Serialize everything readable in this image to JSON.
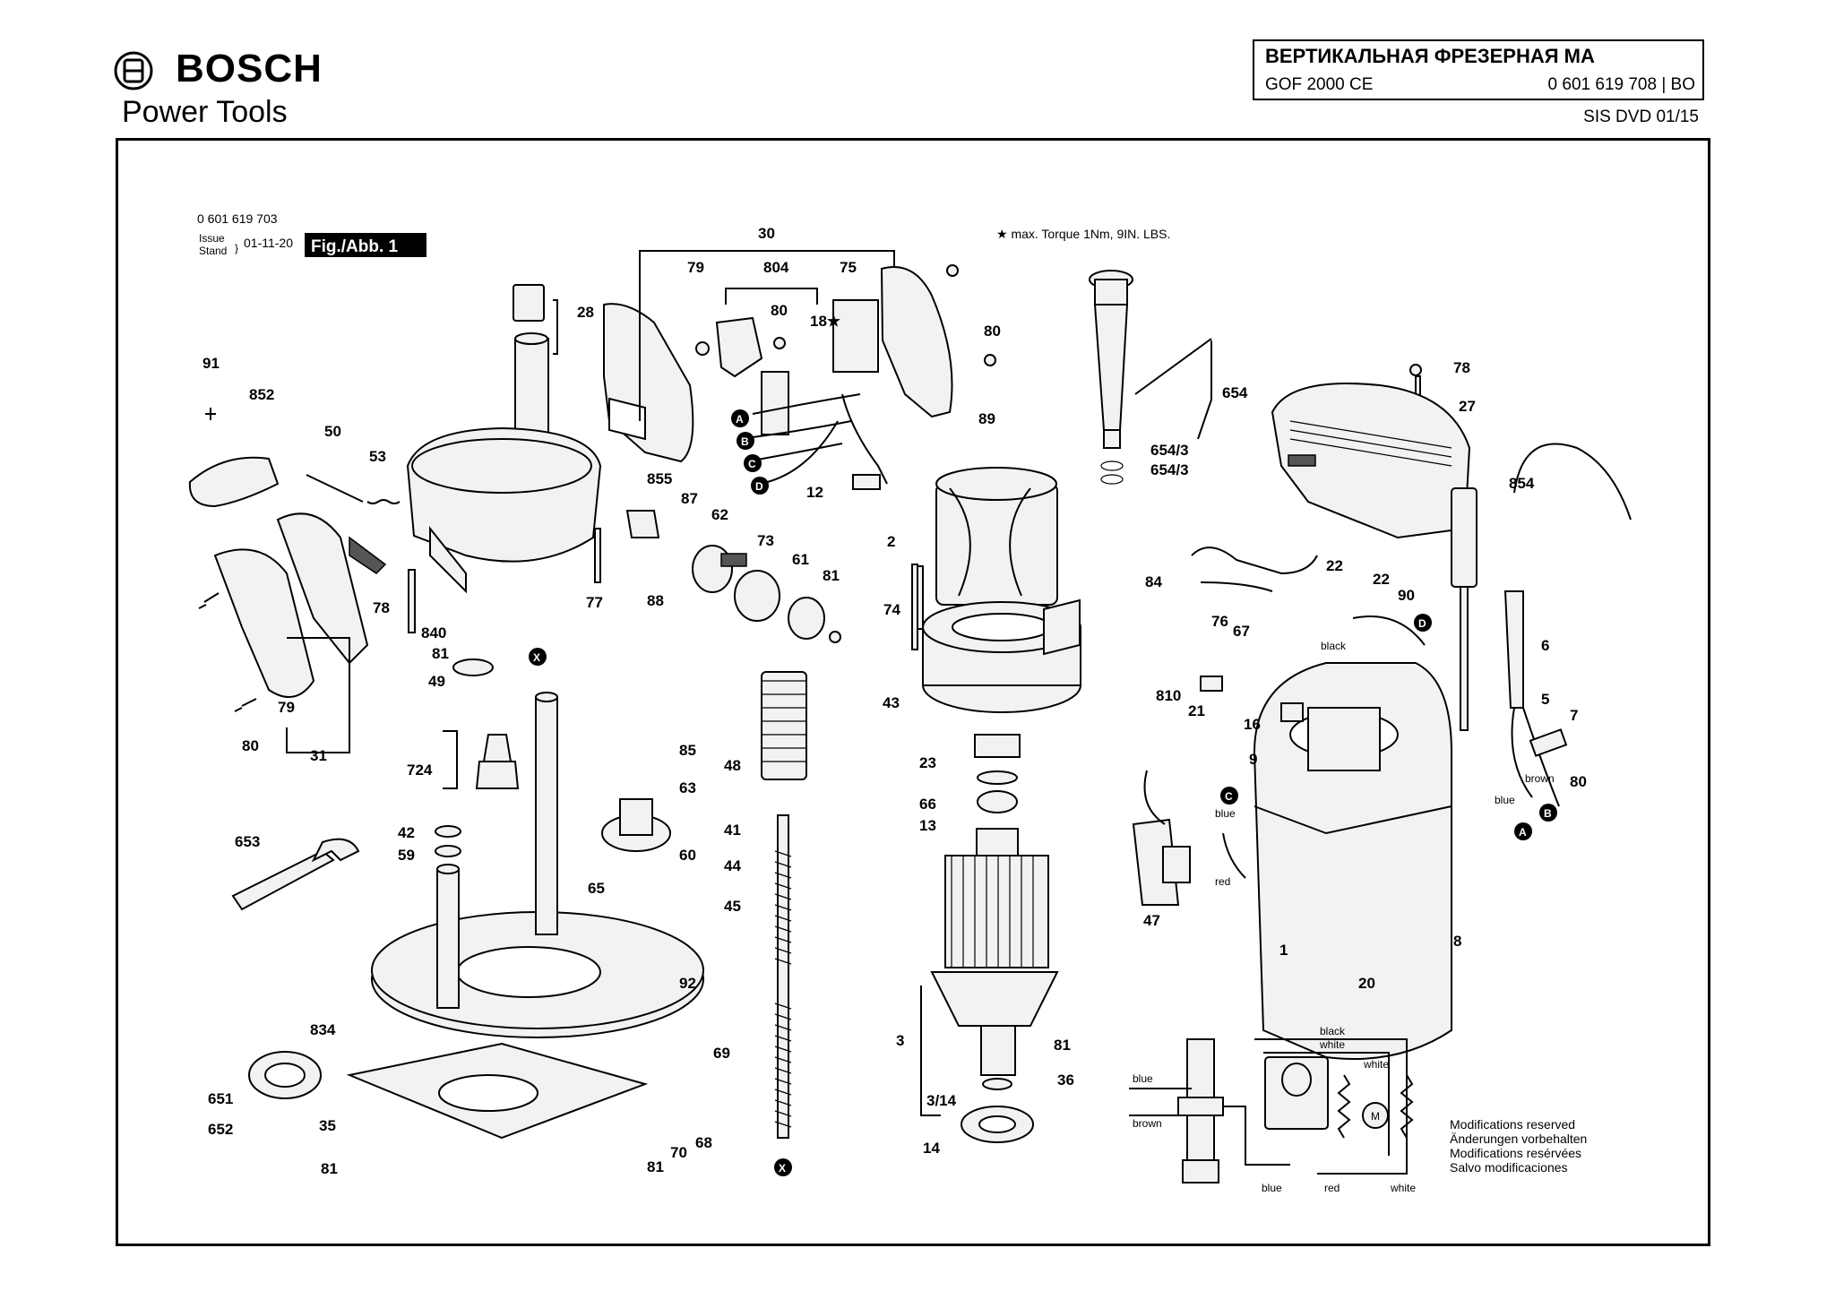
{
  "header": {
    "brand": "BOSCH",
    "subtitle": "Power Tools",
    "doc_title": "ВЕРТИКАЛЬНАЯ ФРЕЗЕРНАЯ МА",
    "model": "GOF 2000 CE",
    "part_number": "0 601 619 708 | BO",
    "sis": "SIS DVD 01/15"
  },
  "figure": {
    "code": "0 601 619 703",
    "issue_label": "Issue",
    "stand_label": "Stand",
    "issue_date": "01-11-20",
    "fig_label": "Fig./Abb. 1",
    "torque_note": "★ max. Torque 1Nm,  9IN. LBS."
  },
  "wiring": {
    "black": "black",
    "white": "white",
    "blue": "blue",
    "red": "red",
    "brown": "brown",
    "motor": "M"
  },
  "modifications": [
    "Modifications reserved",
    "Änderungen vorbehalten",
    "Modifications resérvées",
    "Salvo modificaciones"
  ],
  "callouts": [
    {
      "id": "c-28",
      "text": "28"
    },
    {
      "id": "c-30",
      "text": "30"
    },
    {
      "id": "c-79a",
      "text": "79"
    },
    {
      "id": "c-804",
      "text": "804"
    },
    {
      "id": "c-75",
      "text": "75"
    },
    {
      "id": "c-80a",
      "text": "80"
    },
    {
      "id": "c-18",
      "text": "18★"
    },
    {
      "id": "c-80b",
      "text": "80"
    },
    {
      "id": "c-654",
      "text": "654"
    },
    {
      "id": "c-6543a",
      "text": "654/3"
    },
    {
      "id": "c-6543b",
      "text": "654/3"
    },
    {
      "id": "c-78a",
      "text": "78"
    },
    {
      "id": "c-27",
      "text": "27"
    },
    {
      "id": "c-91",
      "text": "91"
    },
    {
      "id": "c-852",
      "text": "852"
    },
    {
      "id": "c-50",
      "text": "50"
    },
    {
      "id": "c-53",
      "text": "53"
    },
    {
      "id": "c-89",
      "text": "89"
    },
    {
      "id": "c-12",
      "text": "12"
    },
    {
      "id": "c-855",
      "text": "855"
    },
    {
      "id": "c-87",
      "text": "87"
    },
    {
      "id": "c-62",
      "text": "62"
    },
    {
      "id": "c-73",
      "text": "73"
    },
    {
      "id": "c-61",
      "text": "61"
    },
    {
      "id": "c-81a",
      "text": "81"
    },
    {
      "id": "c-88",
      "text": "88"
    },
    {
      "id": "c-77",
      "text": "77"
    },
    {
      "id": "c-78b",
      "text": "78"
    },
    {
      "id": "c-840",
      "text": "840"
    },
    {
      "id": "c-81b",
      "text": "81"
    },
    {
      "id": "c-49",
      "text": "49"
    },
    {
      "id": "c-79b",
      "text": "79"
    },
    {
      "id": "c-80c",
      "text": "80"
    },
    {
      "id": "c-31",
      "text": "31"
    },
    {
      "id": "c-2",
      "text": "2"
    },
    {
      "id": "c-74",
      "text": "74"
    },
    {
      "id": "c-43",
      "text": "43"
    },
    {
      "id": "c-854",
      "text": "854"
    },
    {
      "id": "c-84",
      "text": "84"
    },
    {
      "id": "c-22a",
      "text": "22"
    },
    {
      "id": "c-22b",
      "text": "22"
    },
    {
      "id": "c-90",
      "text": "90"
    },
    {
      "id": "c-76",
      "text": "76"
    },
    {
      "id": "c-67",
      "text": "67"
    },
    {
      "id": "c-810",
      "text": "810"
    },
    {
      "id": "c-21",
      "text": "21"
    },
    {
      "id": "c-16",
      "text": "16"
    },
    {
      "id": "c-6",
      "text": "6"
    },
    {
      "id": "c-5",
      "text": "5"
    },
    {
      "id": "c-7",
      "text": "7"
    },
    {
      "id": "c-80d",
      "text": "80"
    },
    {
      "id": "c-724",
      "text": "724"
    },
    {
      "id": "c-48",
      "text": "48"
    },
    {
      "id": "c-85",
      "text": "85"
    },
    {
      "id": "c-63",
      "text": "63"
    },
    {
      "id": "c-23",
      "text": "23"
    },
    {
      "id": "c-9",
      "text": "9"
    },
    {
      "id": "c-66",
      "text": "66"
    },
    {
      "id": "c-13",
      "text": "13"
    },
    {
      "id": "c-653",
      "text": "653"
    },
    {
      "id": "c-42",
      "text": "42"
    },
    {
      "id": "c-59",
      "text": "59"
    },
    {
      "id": "c-41",
      "text": "41"
    },
    {
      "id": "c-44",
      "text": "44"
    },
    {
      "id": "c-60",
      "text": "60"
    },
    {
      "id": "c-65",
      "text": "65"
    },
    {
      "id": "c-45",
      "text": "45"
    },
    {
      "id": "c-47",
      "text": "47"
    },
    {
      "id": "c-1",
      "text": "1"
    },
    {
      "id": "c-8",
      "text": "8"
    },
    {
      "id": "c-20",
      "text": "20"
    },
    {
      "id": "c-92",
      "text": "92"
    },
    {
      "id": "c-834",
      "text": "834"
    },
    {
      "id": "c-3",
      "text": "3"
    },
    {
      "id": "c-69",
      "text": "69"
    },
    {
      "id": "c-81c",
      "text": "81"
    },
    {
      "id": "c-36",
      "text": "36"
    },
    {
      "id": "c-651",
      "text": "651"
    },
    {
      "id": "c-35",
      "text": "35"
    },
    {
      "id": "c-652",
      "text": "652"
    },
    {
      "id": "c-314",
      "text": "3/14"
    },
    {
      "id": "c-14",
      "text": "14"
    },
    {
      "id": "c-70",
      "text": "70"
    },
    {
      "id": "c-68",
      "text": "68"
    },
    {
      "id": "c-81d",
      "text": "81"
    },
    {
      "id": "c-81e",
      "text": "81"
    }
  ],
  "markers": [
    "A",
    "B",
    "C",
    "D",
    "X"
  ]
}
